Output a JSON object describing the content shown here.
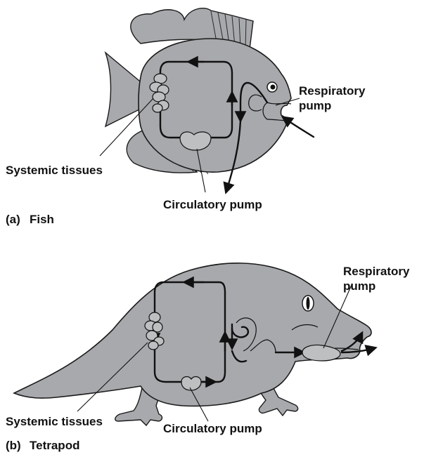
{
  "panel_a": {
    "caption_letter": "(a)",
    "caption_name": "Fish",
    "labels": {
      "respiratory_line1": "Respiratory",
      "respiratory_line2": "pump",
      "systemic": "Systemic tissues",
      "circulatory": "Circulatory pump"
    }
  },
  "panel_b": {
    "caption_letter": "(b)",
    "caption_name": "Tetrapod",
    "labels": {
      "respiratory_line1": "Respiratory",
      "respiratory_line2": "pump",
      "systemic": "Systemic tissues",
      "circulatory": "Circulatory pump"
    }
  },
  "colors": {
    "body_fill": "#a7a9ac",
    "line": "#111111"
  }
}
